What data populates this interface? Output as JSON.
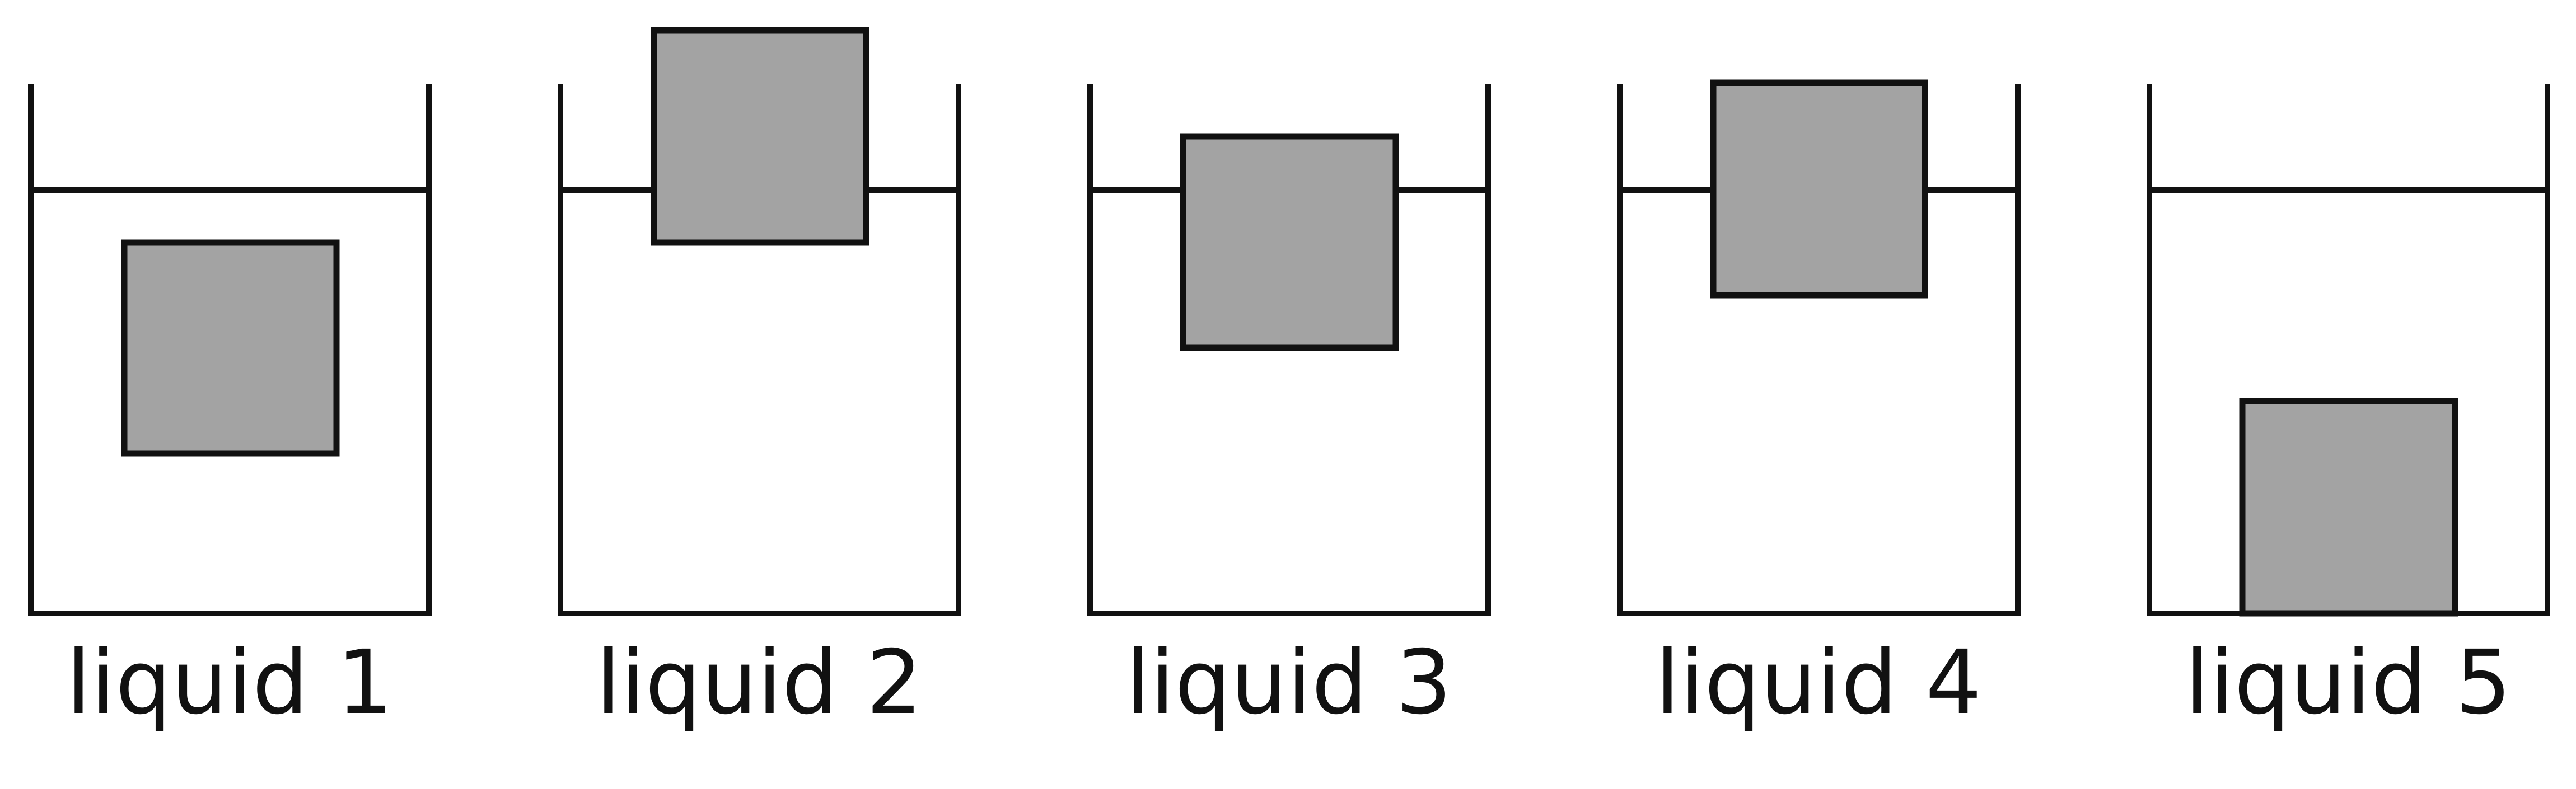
{
  "diagram": {
    "block_color": "#a3a3a3",
    "line_color": "#111111",
    "beakers": [
      {
        "label": "liquid 1",
        "state": "fully submerged, suspended mid-liquid"
      },
      {
        "label": "liquid 2",
        "state": "floating, mostly above surface"
      },
      {
        "label": "liquid 3",
        "state": "floating, mostly below surface"
      },
      {
        "label": "liquid 4",
        "state": "floating, half submerged"
      },
      {
        "label": "liquid 5",
        "state": "sunk, resting on bottom"
      }
    ]
  }
}
